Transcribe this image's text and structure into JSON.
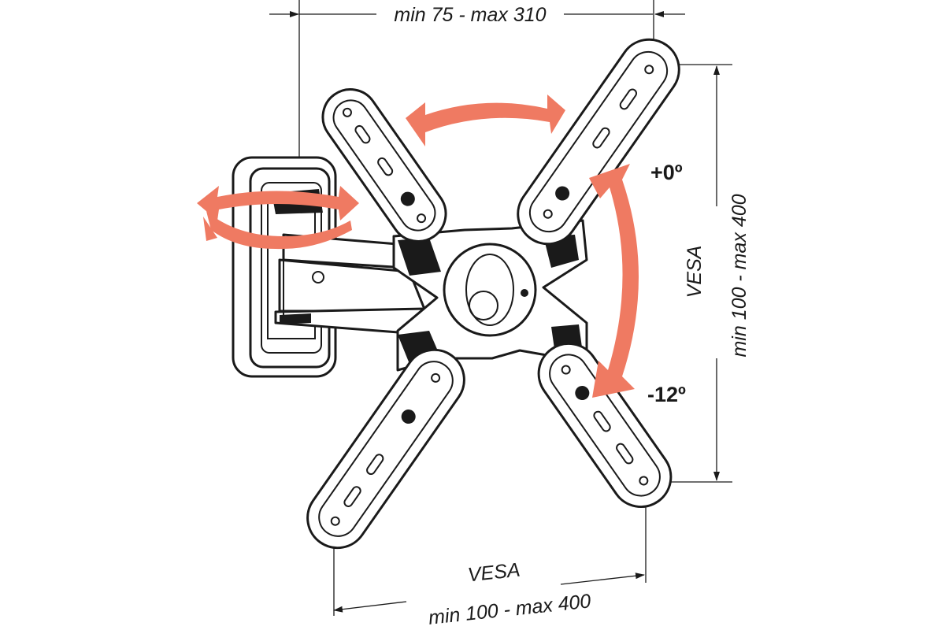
{
  "dimensions": {
    "wall_distance": "min 75 - max 310",
    "vesa_vertical_label": "VESA",
    "vesa_vertical_range": "min 100 - max 400",
    "vesa_horizontal_label": "VESA",
    "vesa_horizontal_range": "min 100 - max 400"
  },
  "tilt": {
    "up": "+0º",
    "down": "-12º"
  },
  "colors": {
    "line": "#1a1a1a",
    "motion_arrow": "#ef7a62",
    "background": "#ffffff"
  },
  "icons": [
    "swivel-arrow-icon",
    "rotation-arrow-icon",
    "tilt-arrow-icon"
  ]
}
